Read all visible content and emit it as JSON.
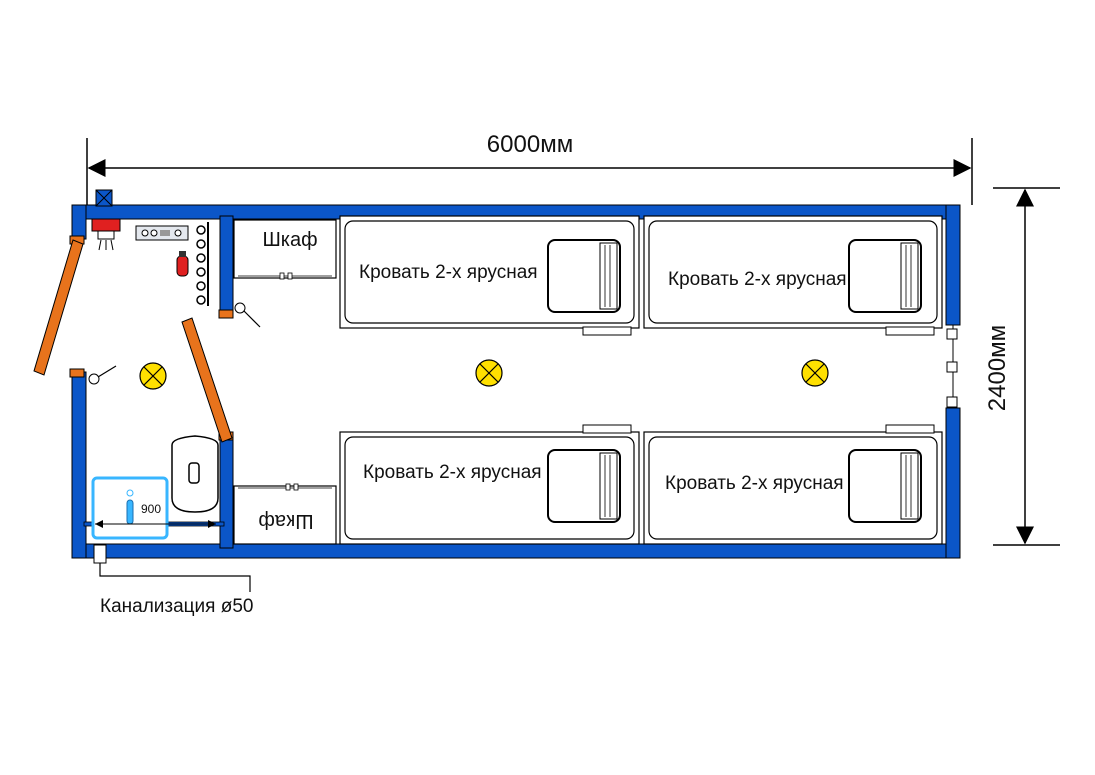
{
  "dimensions": {
    "length": "6000мм",
    "width": "2400мм"
  },
  "rooms": {
    "wardrobe_top": "Шкаф",
    "wardrobe_bottom": "Шкаф",
    "bed_top_left": "Кровать 2-х ярусная",
    "bed_top_right": "Кровать 2-х ярусная",
    "bed_bottom_left": "Кровать 2-х ярусная",
    "bed_bottom_right": "Кровать 2-х ярусная"
  },
  "shower": {
    "size": "900"
  },
  "sewer": {
    "label": "Канализация ø50"
  },
  "colors": {
    "wall": "#0b56c8",
    "wall_outline": "#000000",
    "door": "#e8731c",
    "lamp": "#ffe000",
    "shower_tray": "#38b6ff",
    "heater": "#e02020"
  },
  "icons": [
    "lamp-icon",
    "fire-extinguisher-icon",
    "electric-panel-icon",
    "light-switch-icon",
    "toilet-icon",
    "shower-tray-icon",
    "pillow-icon",
    "sewer-pipe-icon"
  ]
}
